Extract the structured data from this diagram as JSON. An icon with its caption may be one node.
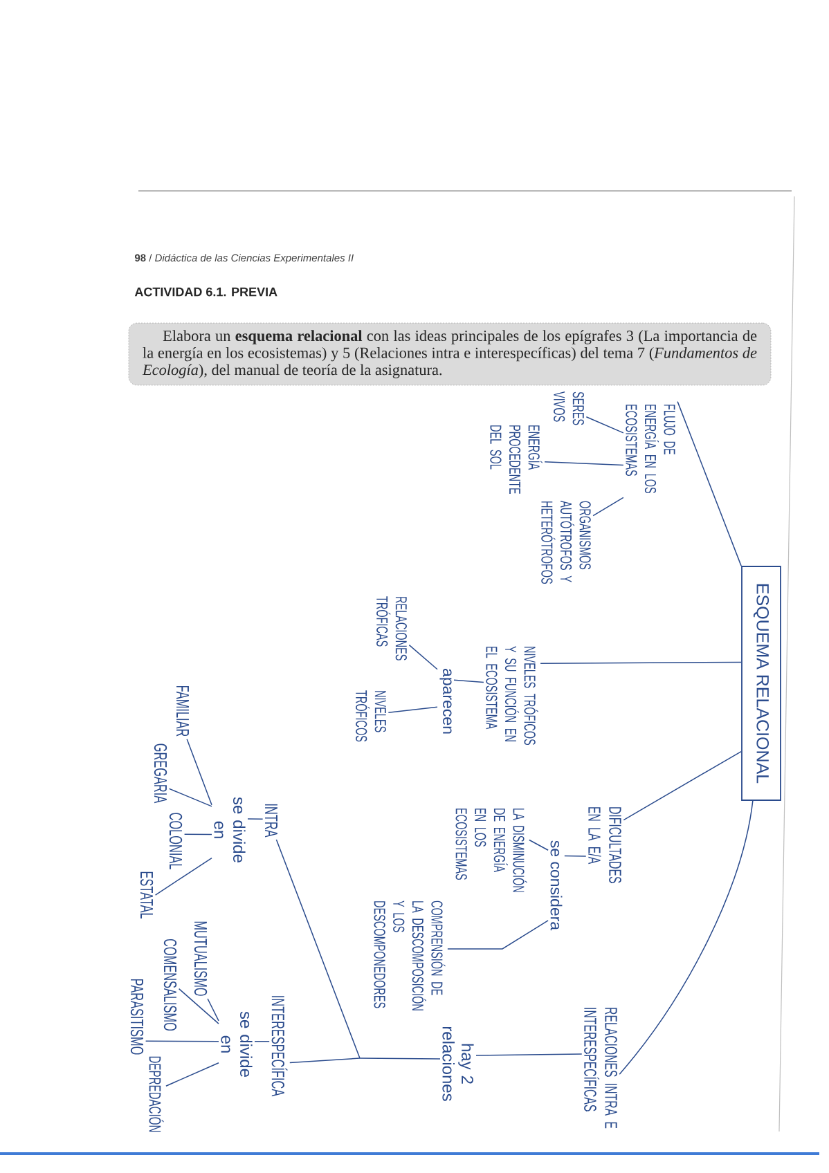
{
  "diagram": {
    "title": "ACTIVIDAD 6.1. PREVIA",
    "nodes": [
      {
        "text": [
          "Elabora un **esquema relacional** con las ideas principales de los epígrafes 3 (La importancia de la energía en los ecosistemas) y 5 (Relaciones intra e interespecíficas) del tema 7 (*Fundamentos de Ecología*), del manual de teoría de la asignatura."
        ]
      },
      {
        "text": [
          "ESQUEMA RELACIONAL"
        ]
      },
      {
        "text": [
          "FLUJO DE ENERGÍA EN LOS ECOSISTEMAS"
        ]
      },
      {
        "text": [
          "SERES VIVOS"
        ]
      },
      {
        "text": [
          "ENERGÍA PROCEDENTE DEL SOL"
        ]
      },
      {
        "text": [
          "ORGANISMOS AUTÓTROFOS Y HETERÓTROFOS"
        ]
      },
      {
        "text": [
          "NIVELES TRÓFICOS Y SU FUNCIÓN EN EL ECOSISTEMA"
        ]
      },
      {
        "text": [
          "aparecen"
        ]
      },
      {
        "text": [
          "RELACIONES TRÓFICAS"
        ]
      },
      {
        "text": [
          "NIVELES TRÓFICOS"
        ]
      },
      {
        "text": [
          "DIFICULTADES EN LA E/A"
        ]
      },
      {
        "text": [
          "se considera"
        ]
      },
      {
        "text": [
          "LA DISMINUCIÓN DE ENERGÍA EN LOS ECOSISTEMAS"
        ]
      },
      {
        "text": [
          "COMPRENSIÓN DE LA DESCOMPOSICIÓN Y LOS DESCOMPONEDORES"
        ]
      },
      {
        "text": [
          "RELACIONES INTRA E INTERESPECÍFICAS"
        ]
      },
      {
        "text": [
          "hay 2 relaciones"
        ]
      },
      {
        "text": [
          "INTRA"
        ]
      },
      {
        "text": [
          "se divide en"
        ]
      },
      {
        "text": [
          "FAMILIAR"
        ]
      },
      {
        "text": [
          "GREGARIA"
        ]
      },
      {
        "text": [
          "COLONIAL"
        ]
      },
      {
        "text": [
          "ESTATAL"
        ]
      },
      {
        "text": [
          "INTERESPECÍFICA"
        ]
      },
      {
        "text": [
          "se divide en"
        ]
      },
      {
        "text": [
          "MUTUALISMO"
        ]
      },
      {
        "text": [
          "COMENSALISMO"
        ]
      },
      {
        "text": [
          "PARASITISMO"
        ]
      },
      {
        "text": [
          "DEPREDACIÓN"
        ]
      }
    ],
    "edges": [
      {
        "from": 1,
        "to": 2,
        "arrow": "none"
      },
      {
        "from": 2,
        "to": 3,
        "arrow": "none"
      },
      {
        "from": 2,
        "to": 4,
        "arrow": "none"
      },
      {
        "from": 2,
        "to": 5,
        "arrow": "none"
      },
      {
        "from": 1,
        "to": 6,
        "arrow": "none"
      },
      {
        "from": 6,
        "to": 7,
        "arrow": "none"
      },
      {
        "from": 7,
        "to": 8,
        "arrow": "none"
      },
      {
        "from": 7,
        "to": 9,
        "arrow": "none"
      },
      {
        "from": 1,
        "to": 10,
        "arrow": "none"
      },
      {
        "from": 10,
        "to": 11,
        "arrow": "none"
      },
      {
        "from": 11,
        "to": 12,
        "arrow": "none"
      },
      {
        "from": 11,
        "to": 13,
        "arrow": "none"
      },
      {
        "from": 1,
        "to": 14,
        "arrow": "none"
      },
      {
        "from": 14,
        "to": 15,
        "arrow": "none"
      },
      {
        "from": 15,
        "to": 16,
        "arrow": "none"
      },
      {
        "from": 15,
        "to": 22,
        "arrow": "none"
      },
      {
        "from": 16,
        "to": 17,
        "arrow": "none"
      },
      {
        "from": 17,
        "to": 18,
        "arrow": "none"
      },
      {
        "from": 17,
        "to": 19,
        "arrow": "none"
      },
      {
        "from": 17,
        "to": 20,
        "arrow": "none"
      },
      {
        "from": 17,
        "to": 21,
        "arrow": "none"
      },
      {
        "from": 22,
        "to": 23,
        "arrow": "none"
      },
      {
        "from": 23,
        "to": 24,
        "arrow": "none"
      },
      {
        "from": 23,
        "to": 25,
        "arrow": "none"
      },
      {
        "from": 23,
        "to": 26,
        "arrow": "none"
      },
      {
        "from": 23,
        "to": 27,
        "arrow": "none"
      }
    ],
    "labels": [
      "**98** / *Didáctica de las Ciencias Experimentales II*"
    ]
  }
}
